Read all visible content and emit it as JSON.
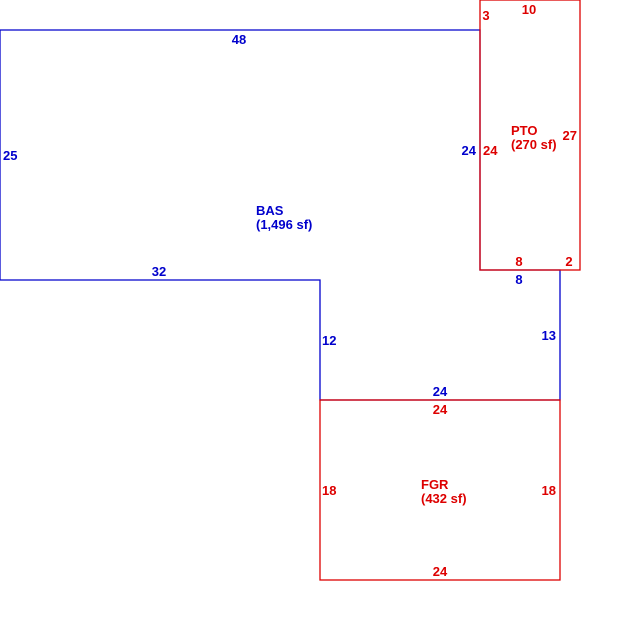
{
  "colors": {
    "bas": "#0000cc",
    "other": "#dd0000",
    "background": "#ffffff"
  },
  "areas": {
    "bas": {
      "code": "BAS",
      "area": "(1,496 sf)"
    },
    "pto": {
      "code": "PTO",
      "area": "(270 sf)"
    },
    "fgr": {
      "code": "FGR",
      "area": "(432 sf)"
    }
  },
  "dimensions": {
    "bas": {
      "top": "48",
      "left": "25",
      "bottom_left": "32",
      "step_down": "12",
      "bottom": "24",
      "right_lower": "13",
      "notch": "8",
      "right_upper": "24"
    },
    "pto": {
      "top_left_offset": "3",
      "top": "10",
      "left": "24",
      "right": "27",
      "bottom": "8",
      "bottom_right": "2"
    },
    "fgr": {
      "top": "24",
      "left": "18",
      "right": "18",
      "bottom": "24"
    }
  }
}
